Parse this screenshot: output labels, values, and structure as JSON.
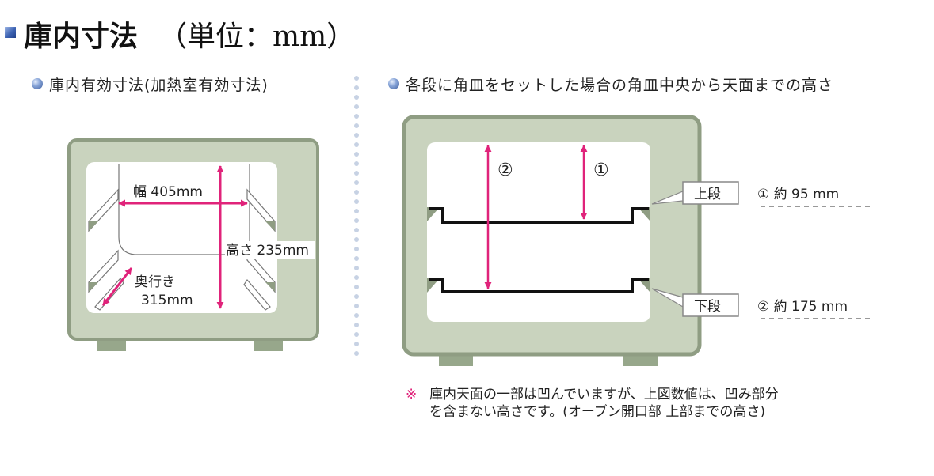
{
  "title": {
    "main": "庫内寸法",
    "unit": "（単位：mm）"
  },
  "left_section": {
    "heading": "庫内有効寸法(加熱室有効寸法)",
    "width_label": "幅 405mm",
    "height_label": "高さ 235mm",
    "depth_label_1": "奥行き",
    "depth_label_2": "315mm"
  },
  "right_section": {
    "heading": "各段に角皿をセットした場合の角皿中央から天面までの高さ",
    "marker_1": "①",
    "marker_2": "②",
    "upper_tag": "上段",
    "lower_tag": "下段",
    "upper_value": "① 約 95 mm",
    "lower_value": "② 約 175 mm"
  },
  "note": {
    "mark": "※",
    "line1": "庫内天面の一部は凹んでいますが、上図数値は、凹み部分",
    "line2": "を含まない高さです。(オーブン開口部 上部までの高さ)"
  },
  "colors": {
    "oven_body": "#c9d3be",
    "oven_border": "#8f9d83",
    "foot": "#97a78b",
    "arrow": "#e0237a",
    "tray": "#111111",
    "divider": "#c7d2e4"
  }
}
